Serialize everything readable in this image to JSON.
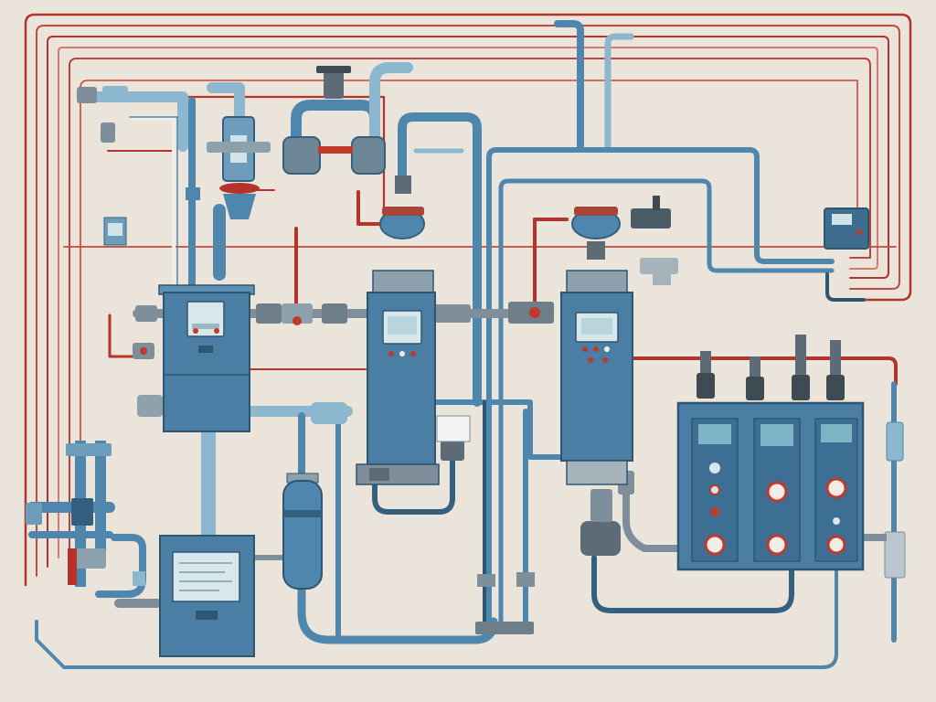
{
  "scene": {
    "title": "",
    "labels": []
  },
  "colors": {
    "background": "#ebe4da",
    "pipe_blue": "#4f86ad",
    "pipe_blue_light": "#8db6cf",
    "pipe_dark": "#2f5670",
    "wire_red": "#b5332b",
    "wire_red_light": "#d77a6c",
    "panel_fill": "#4a7ea5",
    "panel_dark": "#34607f",
    "screen_fill": "#cfe3e8",
    "fitting_gray": "#7e8f9b",
    "gauge_red": "#c0392b"
  },
  "components": {
    "control_cabinets": 3,
    "control_panel_columns": 3,
    "display_terminal": 1,
    "wall_monitor": 1,
    "pressure_tank": 1
  }
}
